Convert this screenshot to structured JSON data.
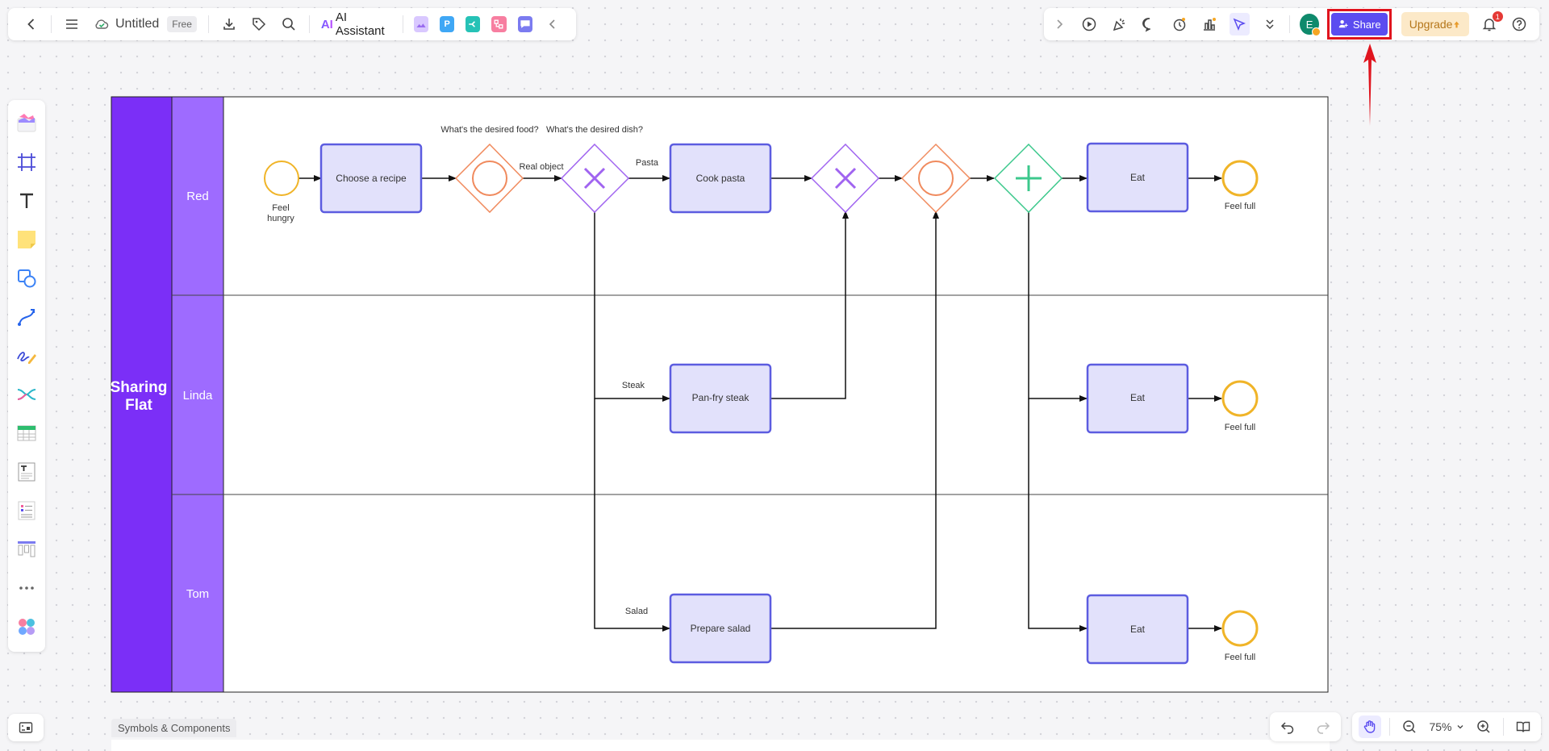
{
  "toolbar": {
    "doc_title": "Untitled",
    "plan_badge": "Free",
    "ai_assistant_label": "AI Assistant",
    "ai_logo": "AI"
  },
  "header_right": {
    "avatar_initial": "E",
    "share_label": "Share",
    "upgrade_label": "Upgrade",
    "notification_count": "1"
  },
  "diagram": {
    "pool_title": "Sharing Flat",
    "lanes": [
      "Red",
      "Linda",
      "Tom"
    ],
    "tasks": {
      "choose_recipe": "Choose a recipe",
      "cook_pasta": "Cook pasta",
      "eat_red": "Eat",
      "pan_fry_steak": "Pan-fry steak",
      "eat_linda": "Eat",
      "prepare_salad": "Prepare salad",
      "eat_tom": "Eat"
    },
    "events": {
      "start_line1": "Feel",
      "start_line2": "hungry",
      "end_red": "Feel full",
      "end_linda": "Feel full",
      "end_tom": "Feel full"
    },
    "labels": {
      "desired_food": "What's the desired food?",
      "desired_dish": "What's the desired dish?",
      "real_object": "Real object",
      "pasta": "Pasta",
      "steak": "Steak",
      "salad": "Salad"
    }
  },
  "bottom": {
    "symbols_tab": "Symbols & Components",
    "zoom_level": "75%"
  },
  "colors": {
    "pool_purple": "#7b2ff7",
    "lane_purple": "#9e6bff",
    "task_fill": "#e2e1fb",
    "task_stroke": "#5c5ce0",
    "event_yellow": "#f0b428",
    "gateway_orange": "#f08a5d",
    "gateway_purple": "#a064f0",
    "gateway_green": "#3cc88c",
    "share_blue": "#5b4cf0",
    "annotation_red": "#e0141e"
  }
}
